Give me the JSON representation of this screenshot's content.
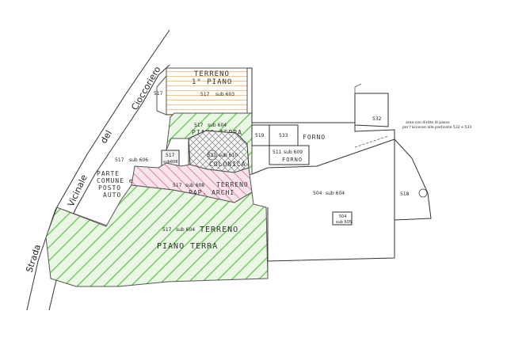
{
  "road": {
    "words": [
      "Strada",
      "Vicinale",
      "del",
      "Cioccoriero"
    ]
  },
  "areas": {
    "terreno_1_piano": {
      "line1": "TERRENO",
      "line2": "1° PIANO",
      "parcel": "517",
      "sub": "sub 603",
      "color": "#f2c98f"
    },
    "piano_terra_upper": {
      "parcel": "517",
      "sub": "sub 604",
      "label": "PIANO TERRA",
      "color": "#5fbf4a"
    },
    "colonica": {
      "parcel": "511",
      "sub": "sub 610",
      "label": "COLONICA"
    },
    "parte_comune": {
      "parcel": "517",
      "sub": "sub 606",
      "line1": "PARTE",
      "line2": "COMUNE e",
      "line3": "POSTO",
      "line4": "AUTO"
    },
    "small_517": {
      "parcel": "517",
      "sub": "sub608"
    },
    "terreno_rosa": {
      "parcel": "517",
      "sub": "sub 608",
      "line1": "TERRENO",
      "line2": "PAP. ARCHI",
      "color": "#d96a8a"
    },
    "terreno_piano_terra": {
      "parcel": "517",
      "sub": "sub 604",
      "line1": "TERRENO",
      "line2": "PIANO TERRA",
      "color": "#5fbf4a"
    },
    "upper_517": {
      "parcel": "517"
    },
    "p519": {
      "parcel": "519"
    },
    "p533": {
      "parcel": "533"
    },
    "forno": {
      "label": "FORNO"
    },
    "p511_509": {
      "parcel": "511",
      "sub": "sub 609",
      "label": "FORNO"
    },
    "p532": {
      "parcel": "532"
    },
    "p504": {
      "parcel": "504",
      "sub": "sub 604"
    },
    "p504_sub": {
      "parcel": "504",
      "sub": "sub 605"
    },
    "p518": {
      "parcel": "518"
    },
    "note": {
      "line1": "area con diritto di passo",
      "line2": "per l'accesso alle particelle 532 e 533"
    }
  },
  "colors": {
    "orange_hatch": "#f0b878",
    "green_hatch": "#5cbf48",
    "green_light": "#d9f0cf",
    "pink_hatch": "#d46586",
    "pink_light": "#f5d6de",
    "cross_hatch": "#777777"
  }
}
